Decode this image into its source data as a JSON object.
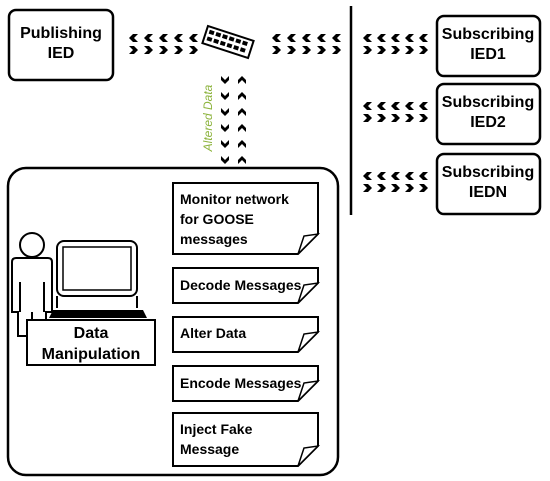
{
  "publisher": {
    "line1": "Publishing",
    "line2": "IED"
  },
  "subscribers": [
    {
      "line1": "Subscribing",
      "line2": "IED1"
    },
    {
      "line1": "Subscribing",
      "line2": "IED2"
    },
    {
      "line1": "Subscribing",
      "line2": "IEDN"
    }
  ],
  "altered_label": "Altered Data",
  "attacker_label": {
    "line1": "Data",
    "line2": "Manipulation"
  },
  "steps": [
    {
      "lines": [
        "Monitor network",
        "for GOOSE",
        "messages"
      ]
    },
    {
      "lines": [
        "Decode Messages"
      ]
    },
    {
      "lines": [
        "Alter Data"
      ]
    },
    {
      "lines": [
        "Encode Messages"
      ]
    },
    {
      "lines": [
        "Inject Fake",
        "Message"
      ]
    }
  ],
  "colors": {
    "altered_label": "#8cb33c",
    "stroke": "#000000",
    "fill": "#ffffff"
  }
}
